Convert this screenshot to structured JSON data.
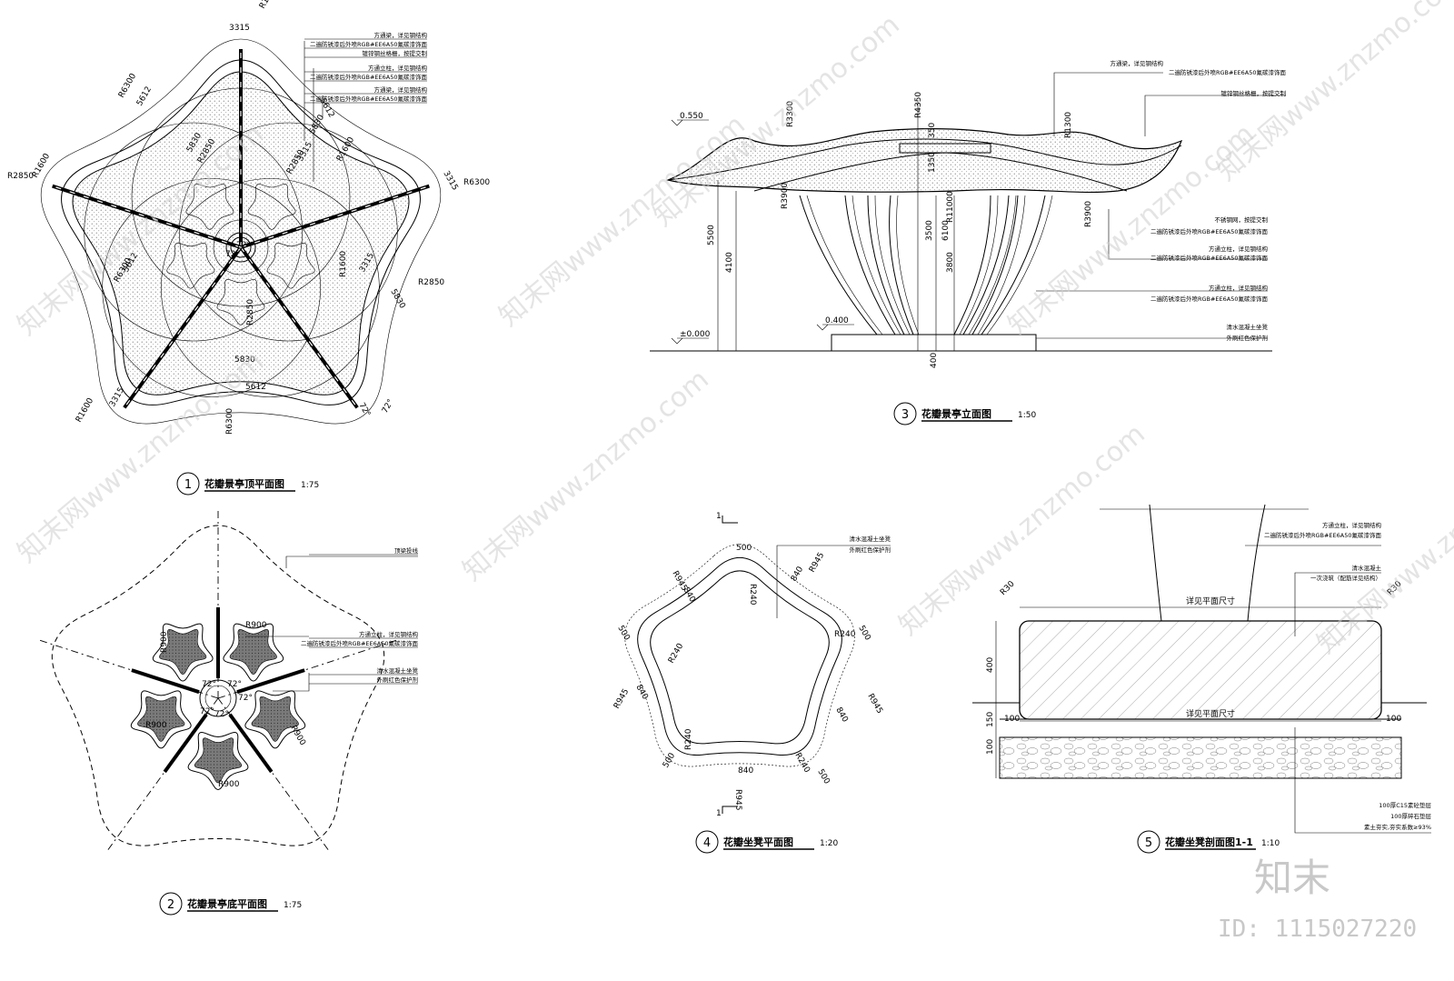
{
  "drawings": [
    {
      "id": "1",
      "title": "花瓣景亭顶平面图",
      "scale": "1:75"
    },
    {
      "id": "2",
      "title": "花瓣景亭底平面图",
      "scale": "1:75"
    },
    {
      "id": "3",
      "title": "花瓣景亭立面图",
      "scale": "1:50"
    },
    {
      "id": "4",
      "title": "花瓣坐凳平面图",
      "scale": "1:20"
    },
    {
      "id": "5",
      "title": "花瓣坐凳剖面图1-1",
      "scale": "1:10"
    }
  ],
  "d1": {
    "dims": [
      "3315",
      "R1600",
      "R6300",
      "5612",
      "5830",
      "R2850",
      "R2850",
      "5830",
      "R2850",
      "R1600",
      "3315",
      "R1600",
      "3315",
      "R6300",
      "5612",
      "R6300",
      "5612",
      "R2850",
      "5830",
      "R2850",
      "5830",
      "3315",
      "R1600",
      "5612",
      "R6300",
      "3315",
      "R1600",
      "72°",
      "72°",
      "72°",
      "72°"
    ],
    "notes": [
      "方通梁，详见钢结构",
      "二遍防锈漆后外喷RGB#EE6A50氟碳漆饰面",
      "镀锌钢丝格栅，按提交制",
      "方通立柱，详见钢结构",
      "二遍防锈漆后外喷RGB#EE6A50氟碳漆饰面",
      "方通梁，详见钢结构",
      "二遍防锈漆后外喷RGB#EE6A50氟碳漆饰面"
    ]
  },
  "d2": {
    "dims": [
      "R900",
      "R900",
      "R900",
      "R900",
      "R900",
      "72°",
      "72°",
      "72°",
      "72°",
      "72°"
    ],
    "notes": [
      "顶梁投线",
      "方通立柱，详见钢结构",
      "二遍防锈漆后外喷RGB#EE6A50氟碳漆饰面",
      "清水混凝土坐凳",
      "外刷红色保护剂"
    ]
  },
  "d3": {
    "levels": [
      "0.550",
      "0.400",
      "±0.000"
    ],
    "dims": [
      "R4350",
      "R3300",
      "R1300",
      "350",
      "1350",
      "R3900",
      "R3900",
      "5500",
      "4100",
      "3500",
      "6100",
      "R11000",
      "3800",
      "400"
    ],
    "notes": [
      "方通梁，详见钢结构",
      "二遍防锈漆后外喷RGB#EE6A50氟碳漆饰面",
      "镀锌钢丝格栅，按提交制",
      "不锈钢网，按提交制",
      "二遍防锈漆后外喷RGB#EE6A50氟碳漆饰面",
      "方通立柱，详见钢结构",
      "二遍防锈漆后外喷RGB#EE6A50氟碳漆饰面",
      "方通立柱，详见钢结构",
      "二遍防锈漆后外喷RGB#EE6A50氟碳漆饰面",
      "清水混凝土坐凳",
      "外刷红色保护剂"
    ]
  },
  "d4": {
    "section_mark": "1",
    "dims": [
      "500",
      "R240",
      "R945",
      "840",
      "R945",
      "840",
      "500",
      "R240",
      "R240",
      "500",
      "R945",
      "840",
      "R945",
      "840",
      "R240",
      "840",
      "500",
      "R240",
      "500",
      "R945"
    ],
    "notes": [
      "清水混凝土坐凳",
      "外刷红色保护剂"
    ]
  },
  "d5": {
    "dims": [
      "R30",
      "R30",
      "400",
      "150",
      "100",
      "100",
      "100",
      "详见平面尺寸",
      "详见平面尺寸"
    ],
    "notes": [
      "方通立柱，详见钢结构",
      "二遍防锈漆后外喷RGB#EE6A50氟碳漆饰面",
      "清水混凝土",
      "一次浇筑（配筋详见结构）",
      "100厚C15素砼垫层",
      "100厚碎石垫层",
      "素土夯实,夯实系数≥93%"
    ]
  },
  "watermark": {
    "texts": [
      "知末网www.znzmo.com",
      "知末网www.znzmo.com",
      "知末网www.znzmo.com",
      "知末网www.znzmo.com",
      "知末网www.znzmo.com",
      "知末网www.znzmo.com",
      "知末网www.znzmo.com",
      "知末网www.znzmo.com",
      "知末网www.znzmo.com"
    ],
    "logo": "知末",
    "id": "ID: 1115027220"
  }
}
